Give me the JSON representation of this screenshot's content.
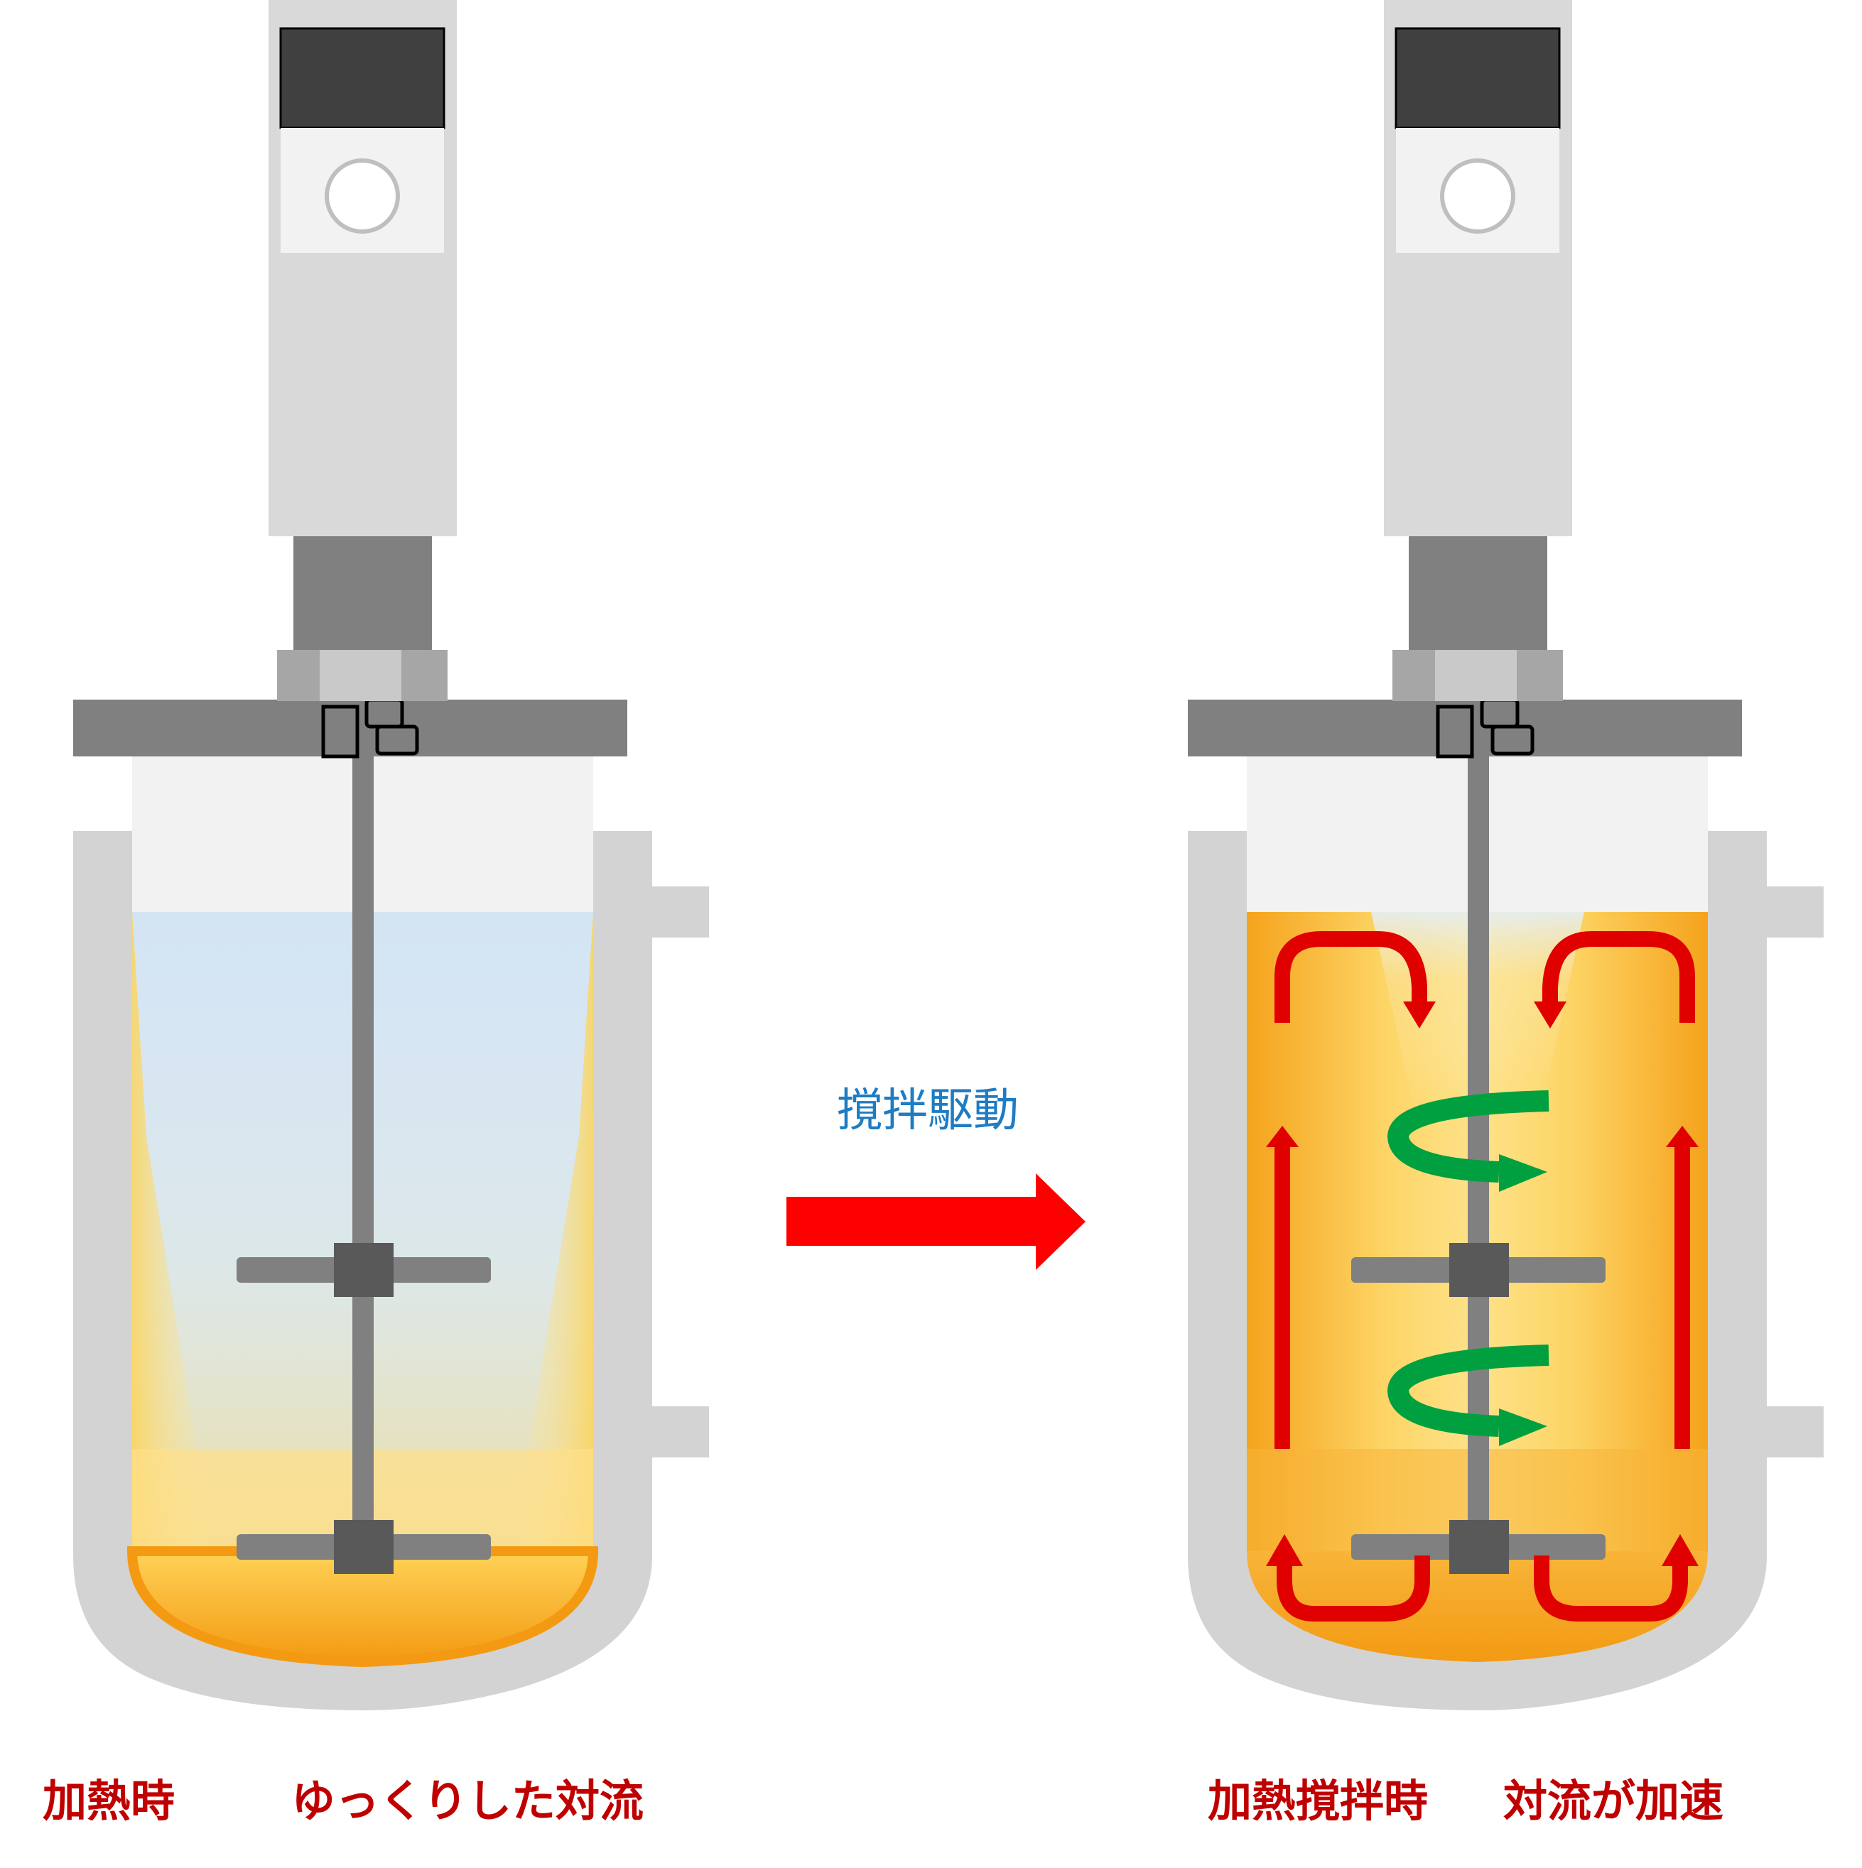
{
  "diagram": {
    "left_panel": {
      "state_label": "加熱時",
      "result_label": "ゆっくりした対流"
    },
    "center": {
      "transition_label": "撹拌駆動"
    },
    "right_panel": {
      "state_label": "加熱撹拌時",
      "result_label": "対流が加速"
    }
  },
  "colors": {
    "caption_red": "#c00000",
    "drive_blue": "#1d7cc4",
    "arrow_red": "#ff0000",
    "convection_red": "#e00000",
    "swirl_green": "#00a040",
    "liquid_cool": "#d3e4f3",
    "liquid_hot": "#f5a623",
    "vessel_gray": "#d3d3d3"
  },
  "icons": {
    "motor": "stirrer-motor-icon",
    "transition": "right-arrow-icon",
    "convection": "convection-arrow-icon",
    "swirl": "swirl-arrow-icon"
  }
}
